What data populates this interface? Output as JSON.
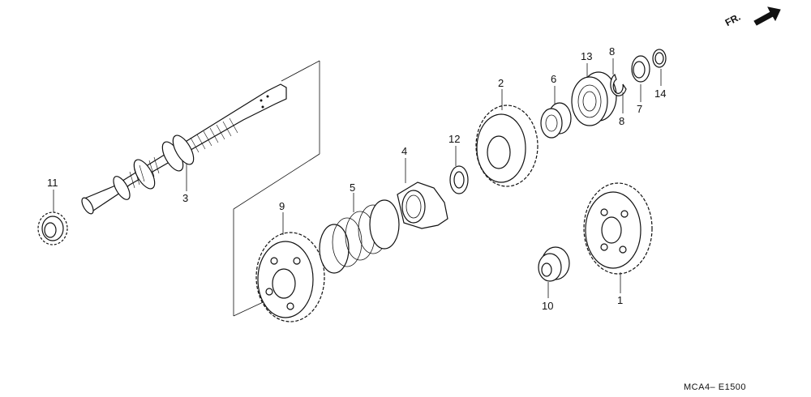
{
  "diagram": {
    "callouts": {
      "p1": "1",
      "p2": "2",
      "p3": "3",
      "p4": "4",
      "p5": "5",
      "p6": "6",
      "p7": "7",
      "p8a": "8",
      "p8b": "8",
      "p9": "9",
      "p10": "10",
      "p11": "11",
      "p12": "12",
      "p13": "13",
      "p14": "14"
    },
    "direction_label": "FR.",
    "figure_code": "MCA4– E1500"
  }
}
